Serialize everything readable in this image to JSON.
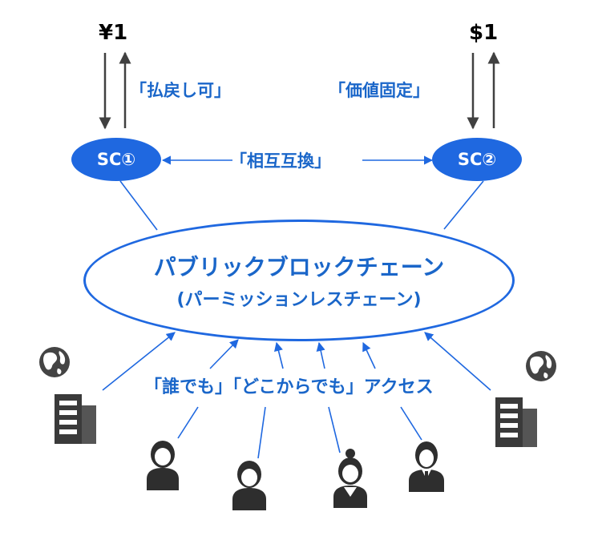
{
  "currencies": {
    "yen": "¥1",
    "dollar": "$1"
  },
  "labels": {
    "refundable": "「払戻し可」",
    "fixed_value": "「価値固定」",
    "mutual_exchange": "「相互互換」",
    "access": "「誰でも」「どこからでも」アクセス"
  },
  "stablecoins": {
    "sc1": "SC①",
    "sc2": "SC②"
  },
  "chain": {
    "title": "パブリックブロックチェーン",
    "subtitle": "(パーミッションレスチェーン)"
  },
  "colors": {
    "accent": "#1f68e0",
    "label": "#1a66c9",
    "arrow_dark": "#404040"
  },
  "icons": [
    "globe-icon",
    "building-icon",
    "person-icon"
  ]
}
